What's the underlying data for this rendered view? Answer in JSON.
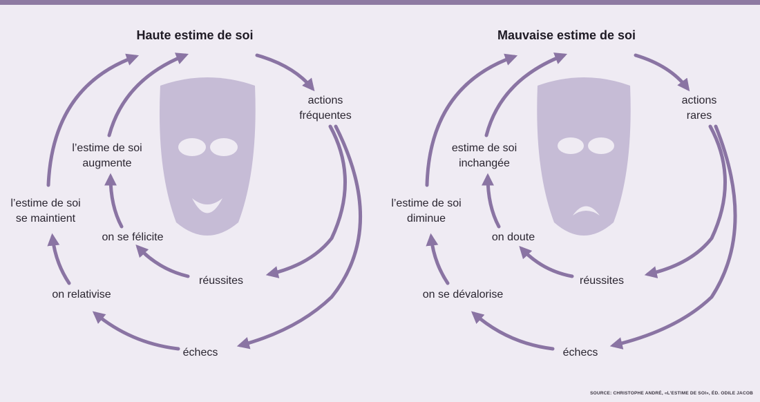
{
  "colors": {
    "background": "#efebf3",
    "top_rule": "#8e7aa2",
    "arrow": "#8a74a3",
    "mask": "#c6bcd6",
    "mask_features": "#efebf3"
  },
  "left": {
    "title": "Haute estime de soi",
    "mask_expression": "smile",
    "labels": {
      "actions_line1": "actions",
      "actions_line2": "fréquentes",
      "estime_line1": "l’estime de soi",
      "estime_line2": "augmente",
      "maintient_line1": "l’estime de soi",
      "maintient_line2": "se maintient",
      "felicite": "on se félicite",
      "reussites": "réussites",
      "relativise": "on relativise",
      "echecs": "échecs"
    }
  },
  "right": {
    "title": "Mauvaise estime de soi",
    "mask_expression": "frown",
    "labels": {
      "actions_line1": "actions",
      "actions_line2": "rares",
      "estime_line1": "estime de soi",
      "estime_line2": "inchangée",
      "diminue_line1": "l’estime de soi",
      "diminue_line2": "diminue",
      "doute": "on doute",
      "reussites": "réussites",
      "devalorise": "on se dévalorise",
      "echecs": "échecs"
    }
  },
  "source": "SOURCE: CHRISTOPHE ANDRÉ, «L’ESTIME DE SOI», ÉD. ODILE JACOB"
}
